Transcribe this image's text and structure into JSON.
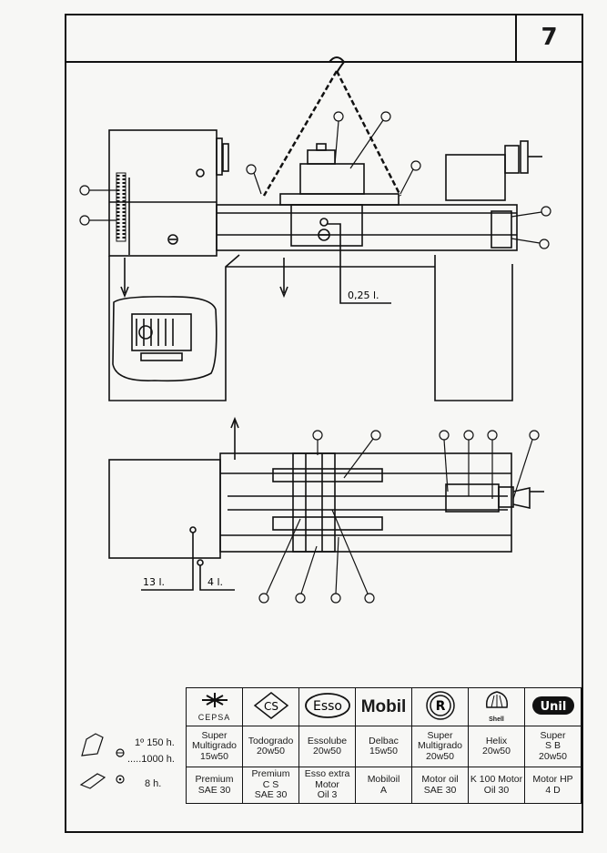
{
  "page_number": "7",
  "labels": {
    "carriage_volume": "0,25 l.",
    "gearbox_volume": "13 l.",
    "apron_volume": "4 l."
  },
  "schedule": {
    "row1_line1": "1º 150 h.",
    "row1_line2": ".....1000 h.",
    "row2": "8 h."
  },
  "table": {
    "brands": [
      {
        "name": "CEPSA",
        "icon": "cepsa-logo"
      },
      {
        "name": "CS",
        "icon": "cs-logo"
      },
      {
        "name": "Esso",
        "icon": "esso-logo"
      },
      {
        "name": "Mobil",
        "icon": "mobil-logo"
      },
      {
        "name": "R",
        "icon": "r-logo"
      },
      {
        "name": "Shell",
        "icon": "shell-logo"
      },
      {
        "name": "Unil",
        "icon": "unil-logo"
      }
    ],
    "row1": [
      {
        "line1": "Super",
        "line2": "Multigrado",
        "line3": "15w50"
      },
      {
        "line1": "Todogrado",
        "line2": "20w50",
        "line3": ""
      },
      {
        "line1": "Essolube",
        "line2": "20w50",
        "line3": ""
      },
      {
        "line1": "Delbac",
        "line2": "15w50",
        "line3": ""
      },
      {
        "line1": "Super",
        "line2": "Multigrado",
        "line3": "20w50"
      },
      {
        "line1": "Helix",
        "line2": "20w50",
        "line3": ""
      },
      {
        "line1": "Super",
        "line2": "S B",
        "line3": "20w50"
      }
    ],
    "row2": [
      {
        "line1": "Premium",
        "line2": "SAE 30",
        "line3": ""
      },
      {
        "line1": "Premium",
        "line2": "C S",
        "line3": "SAE 30"
      },
      {
        "line1": "Esso extra",
        "line2": "Motor",
        "line3": "Oil 3"
      },
      {
        "line1": "Mobiloil",
        "line2": "A",
        "line3": ""
      },
      {
        "line1": "Motor oil",
        "line2": "SAE 30",
        "line3": ""
      },
      {
        "line1": "K 100 Motor",
        "line2": "Oil 30",
        "line3": ""
      },
      {
        "line1": "Motor HP",
        "line2": "4 D",
        "line3": ""
      }
    ]
  }
}
